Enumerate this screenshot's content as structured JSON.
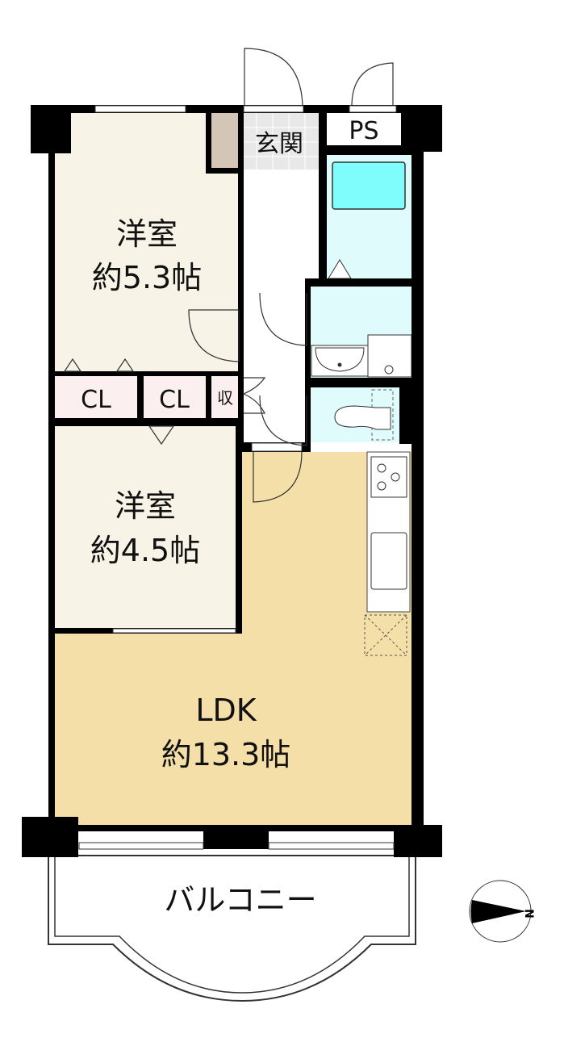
{
  "rooms": {
    "western1": {
      "name": "洋室",
      "size": "約5.3帖"
    },
    "western2": {
      "name": "洋室",
      "size": "約4.5帖"
    },
    "ldk": {
      "name": "LDK",
      "size": "約13.3帖"
    },
    "closet1": "CL",
    "closet2": "CL",
    "storage": "収",
    "entrance": "玄関",
    "ps": "PS",
    "balcony": "バルコニー"
  },
  "compass": {
    "label": "N"
  },
  "colors": {
    "western": "#f7f3e6",
    "ldk": "#f5dfa8",
    "closet": "#fcefef",
    "wet": "#e0fbfb",
    "tub": "#7ffcfc",
    "entrance": "#e8e8e8",
    "shoebox": "#d3c6b6"
  }
}
